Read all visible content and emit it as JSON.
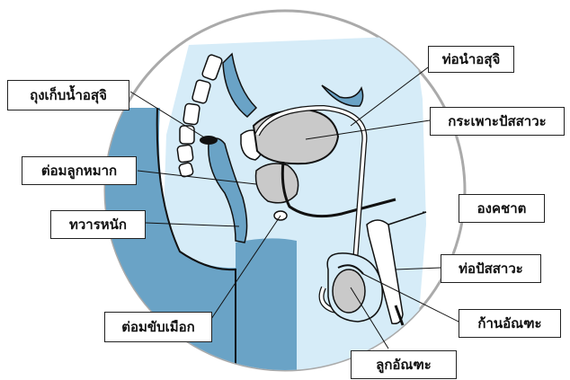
{
  "labels": {
    "vas_deferens": "ท่อนำอสุจิ",
    "seminal_vesicle": "ถุงเก็บน้ำอสุจิ",
    "bladder": "กระเพาะปัสสาวะ",
    "prostate": "ต่อมลูกหมาก",
    "penis": "องคชาต",
    "rectum": "ทวารหนัก",
    "urethra": "ท่อปัสสาวะ",
    "epididymis": "ก้านอัณฑะ",
    "cowper": "ต่อมขับเมือก",
    "testis": "ลูกอัณฑะ"
  },
  "colors": {
    "background_tint": "#d6ecf8",
    "tissue_blue": "#6aa3c6",
    "organ_gray": "#c9c9c9",
    "outline": "#111111",
    "circle": "#aaaaaa"
  }
}
